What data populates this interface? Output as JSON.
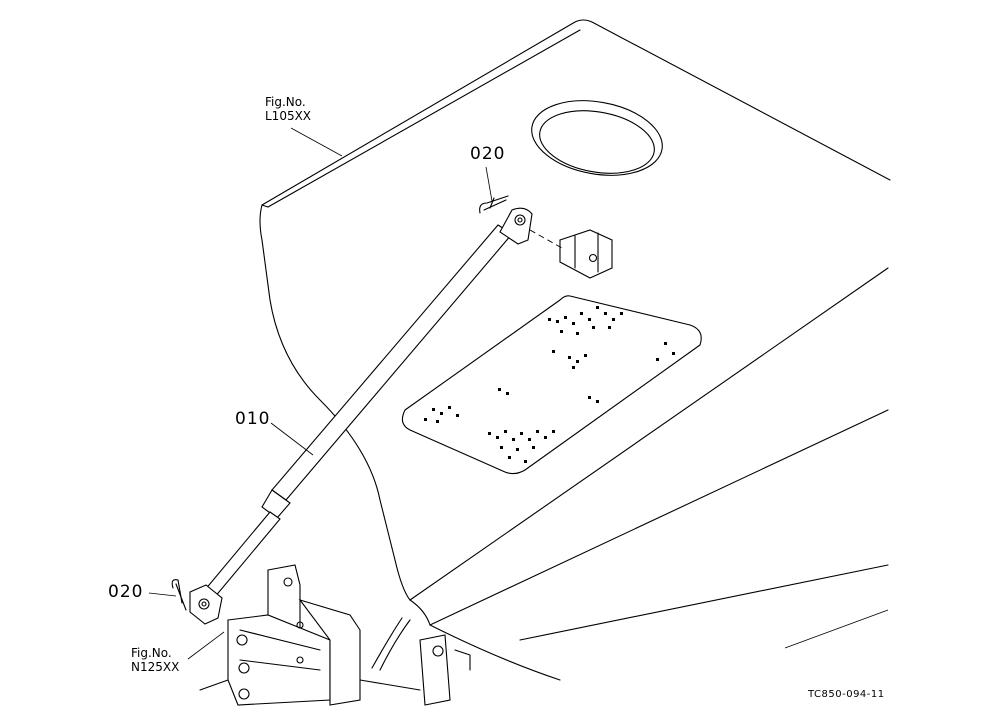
{
  "callouts": {
    "part_020_top": "020",
    "part_010": "010",
    "part_020_bottom": "020"
  },
  "figure_refs": {
    "top": {
      "line1": "Fig.No.",
      "line2": "L105XX"
    },
    "bottom": {
      "line1": "Fig.No.",
      "line2": "N125XX"
    }
  },
  "drawing_code": "TC850-094-11"
}
